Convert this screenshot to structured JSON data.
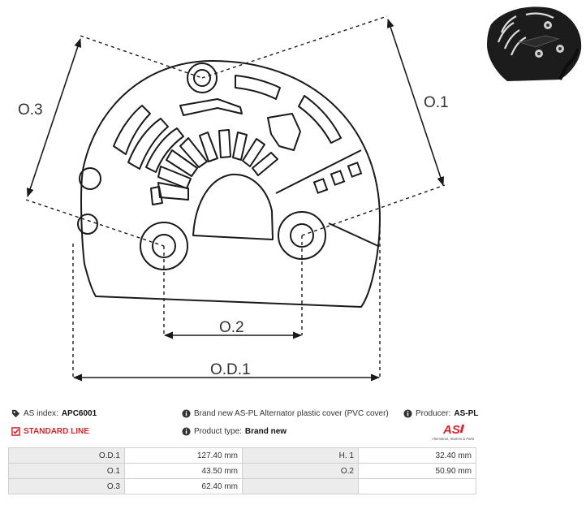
{
  "drawing": {
    "labels": {
      "o3": "O.3",
      "o1": "O.1",
      "o2": "O.2",
      "od1": "O.D.1"
    }
  },
  "info": {
    "as_index_label": "AS index:",
    "as_index_value": "APC6001",
    "line": "STANDARD LINE",
    "description": "Brand new AS-PL Alternator plastic cover (PVC cover)",
    "product_type_label": "Product type:",
    "product_type_value": "Brand new",
    "producer_label": "Producer:",
    "producer_value": "AS-PL",
    "logo_text": "AS",
    "logo_sub": "Alternators, Starters & Parts"
  },
  "specs": {
    "rows": [
      {
        "l1": "O.D.1",
        "v1": "127.40 mm",
        "l2": "H. 1",
        "v2": "32.40 mm"
      },
      {
        "l1": "O.1",
        "v1": "43.50 mm",
        "l2": "O.2",
        "v2": "50.90 mm"
      },
      {
        "l1": "O.3",
        "v1": "62.40 mm",
        "l2": "",
        "v2": ""
      }
    ]
  },
  "colors": {
    "brand_red": "#d8232a",
    "line": "#1a1a1a",
    "table_label_bg": "#ececec"
  }
}
